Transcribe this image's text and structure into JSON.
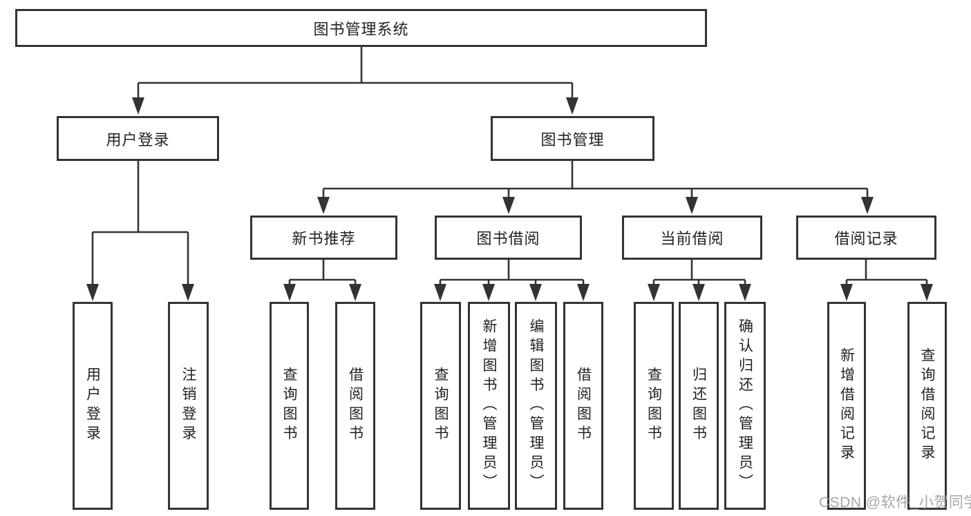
{
  "title": "图书管理系统",
  "watermark": "CSDN @软件_小贺同学",
  "colors": {
    "line": "#333333",
    "text": "#222222",
    "background": "#ffffff",
    "watermark": "#9e9e9e"
  },
  "nodes": {
    "root": "图书管理系统",
    "user_login": "用户登录",
    "book_mgmt": "图书管理",
    "new_book_rec": "新书推荐",
    "book_borrow": "图书借阅",
    "current_borrow": "当前借阅",
    "borrow_records": "借阅记录",
    "g1c1": "用户登录",
    "g1c2": "注销登录",
    "g2c1": "查询图书",
    "g2c2": "借阅图书",
    "g3c1": "查询图书",
    "g3c2": "新增图书（管理员）",
    "g3c3": "编辑图书（管理员）",
    "g3c4": "借阅图书",
    "g4c1": "查询图书",
    "g4c2": "归还图书",
    "g4c3": "确认归还（管理员）",
    "g5c1": "新增借阅记录",
    "g5c2": "查询借阅记录"
  },
  "structure": {
    "图书管理系统": [
      "用户登录",
      "图书管理"
    ],
    "用户登录": [
      "用户登录",
      "注销登录"
    ],
    "图书管理": [
      "新书推荐",
      "图书借阅",
      "当前借阅",
      "借阅记录"
    ],
    "新书推荐": [
      "查询图书",
      "借阅图书"
    ],
    "图书借阅": [
      "查询图书",
      "新增图书（管理员）",
      "编辑图书（管理员）",
      "借阅图书"
    ],
    "当前借阅": [
      "查询图书",
      "归还图书",
      "确认归还（管理员）"
    ],
    "借阅记录": [
      "新增借阅记录",
      "查询借阅记录"
    ]
  }
}
